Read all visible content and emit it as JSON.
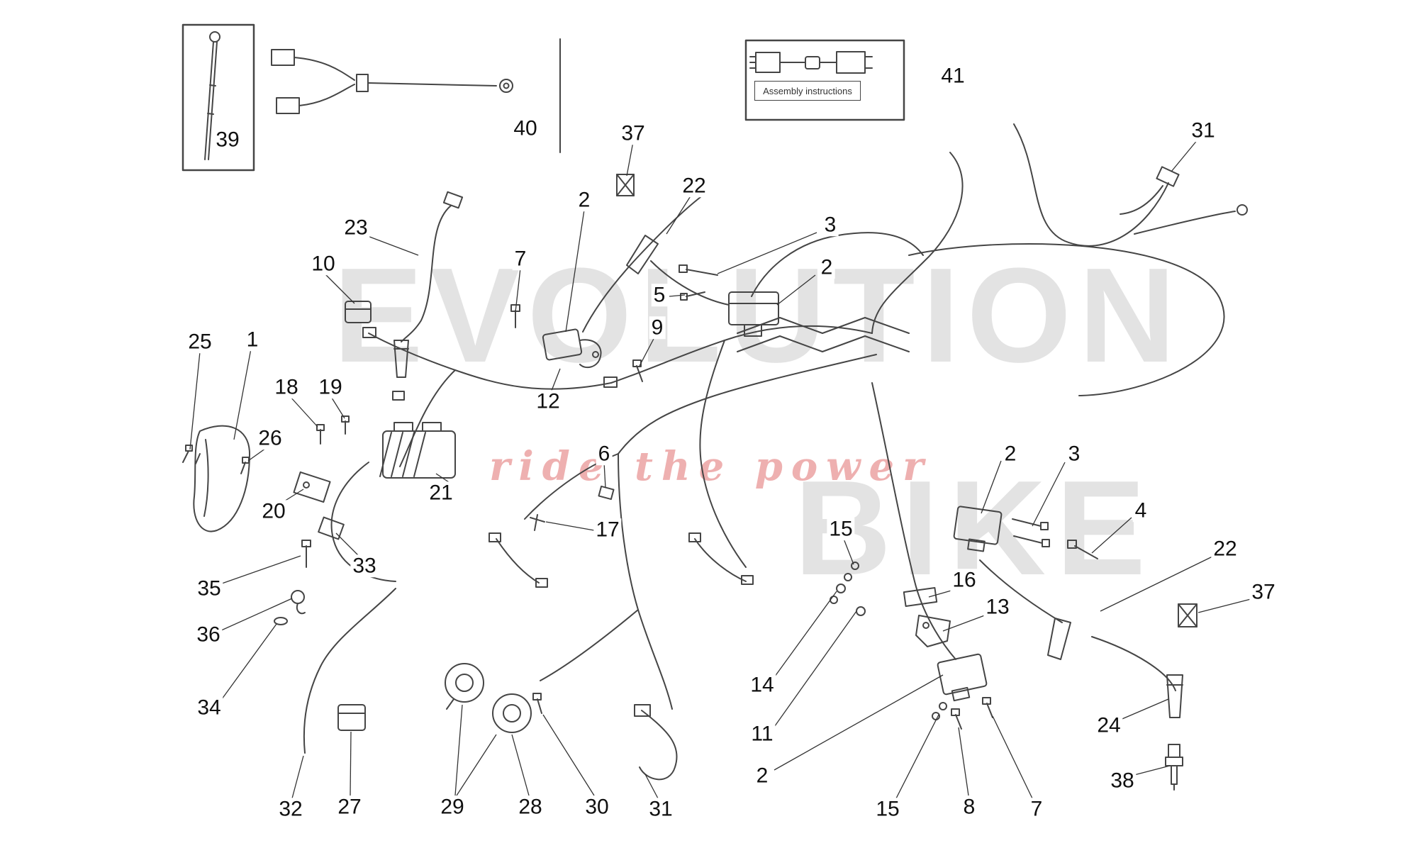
{
  "watermark": {
    "line1": "EVOLUTION",
    "line2": "BIKE",
    "tagline": "ride the power"
  },
  "inset_boxes": {
    "instructions_caption": "Assembly instructions"
  },
  "callouts": [
    {
      "label": "39"
    },
    {
      "label": "40"
    },
    {
      "label": "41"
    },
    {
      "label": "37"
    },
    {
      "label": "22"
    },
    {
      "label": "3"
    },
    {
      "label": "2"
    },
    {
      "label": "23"
    },
    {
      "label": "10"
    },
    {
      "label": "7"
    },
    {
      "label": "5"
    },
    {
      "label": "2"
    },
    {
      "label": "9"
    },
    {
      "label": "31"
    },
    {
      "label": "25"
    },
    {
      "label": "1"
    },
    {
      "label": "18"
    },
    {
      "label": "19"
    },
    {
      "label": "12"
    },
    {
      "label": "26"
    },
    {
      "label": "6"
    },
    {
      "label": "21"
    },
    {
      "label": "20"
    },
    {
      "label": "2"
    },
    {
      "label": "3"
    },
    {
      "label": "4"
    },
    {
      "label": "15"
    },
    {
      "label": "17"
    },
    {
      "label": "22"
    },
    {
      "label": "37"
    },
    {
      "label": "16"
    },
    {
      "label": "13"
    },
    {
      "label": "33"
    },
    {
      "label": "35"
    },
    {
      "label": "36"
    },
    {
      "label": "34"
    },
    {
      "label": "14"
    },
    {
      "label": "11"
    },
    {
      "label": "2"
    },
    {
      "label": "24"
    },
    {
      "label": "38"
    },
    {
      "label": "32"
    },
    {
      "label": "27"
    },
    {
      "label": "29"
    },
    {
      "label": "28"
    },
    {
      "label": "30"
    },
    {
      "label": "31"
    },
    {
      "label": "15"
    },
    {
      "label": "8"
    },
    {
      "label": "7"
    }
  ]
}
